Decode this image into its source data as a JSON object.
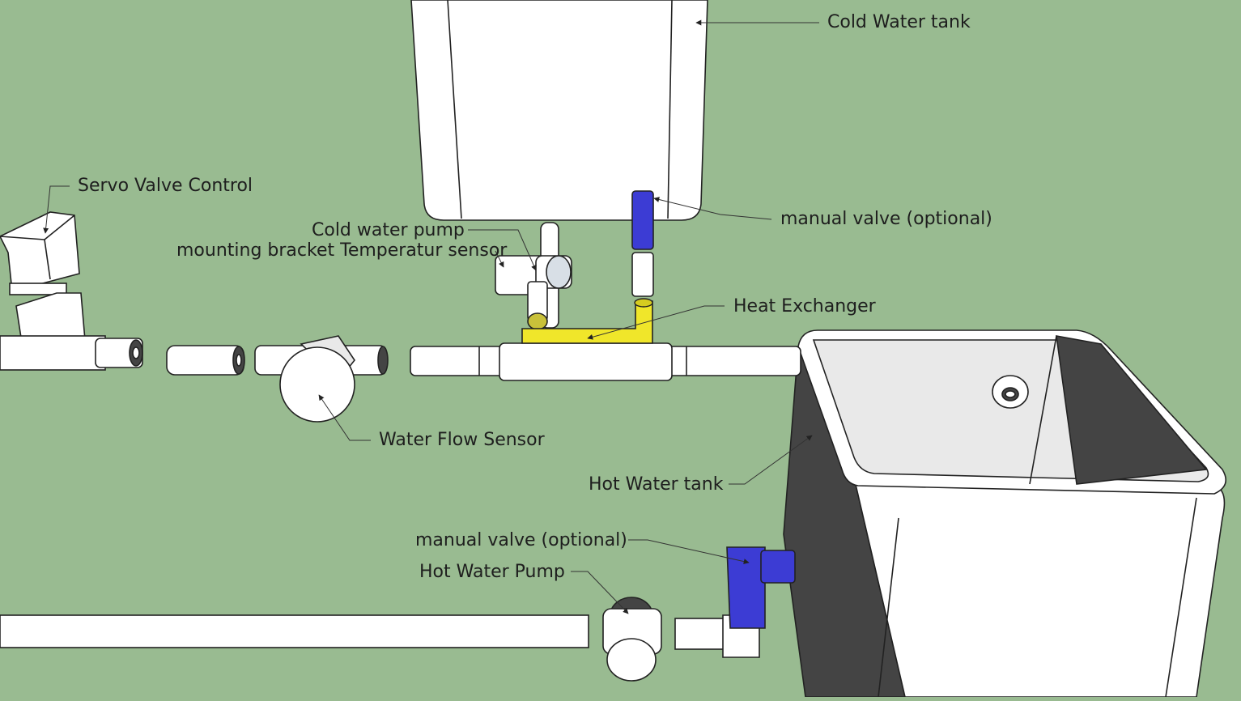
{
  "colors": {
    "background": "#99bb91",
    "component": "#ffffff",
    "valve": "#3c3cd4",
    "heat_exchanger": "#f0e62a",
    "outline": "#222222"
  },
  "labels": {
    "cold_water_tank": "Cold Water tank",
    "servo_valve_control": "Servo Valve Control",
    "manual_valve_top": "manual valve (optional)",
    "cold_water_pump": "Cold water pump",
    "mounting_bracket": "mounting bracket Temperatur sensor",
    "heat_exchanger": "Heat Exchanger",
    "water_flow_sensor": "Water Flow Sensor",
    "hot_water_tank": "Hot Water tank",
    "manual_valve_bottom": "manual valve (optional)",
    "hot_water_pump": "Hot Water Pump"
  }
}
